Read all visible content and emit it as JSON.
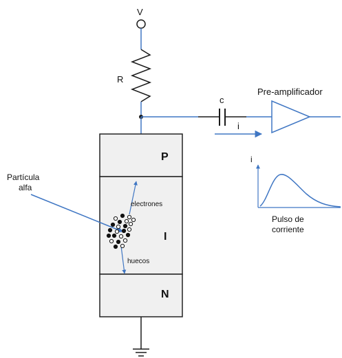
{
  "labels": {
    "supply": "V",
    "resistor": "R",
    "capacitor": "c",
    "current": "i",
    "preamp": "Pre-amplificador",
    "particle_line1": "Partícula",
    "particle_line2": "alfa",
    "p_layer": "P",
    "i_layer": "I",
    "n_layer": "N",
    "electrons": "electrones",
    "holes": "huecos",
    "pulse_axis": "i",
    "pulse_line1": "Pulso de",
    "pulse_line2": "corriente"
  },
  "colors": {
    "wire_blue": "#3f76c3",
    "wire_black": "#1a1a1a",
    "box_fill": "#f0f0f0",
    "box_stroke": "#222222"
  }
}
